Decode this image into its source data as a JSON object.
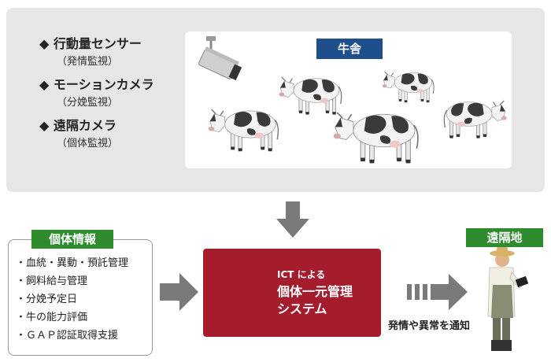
{
  "sensors": [
    {
      "name": "行動量センサー",
      "sub": "（発情監視）"
    },
    {
      "name": "モーションカメラ",
      "sub": "（分娩監視）"
    },
    {
      "name": "遠隔カメラ",
      "sub": "（個体監視）"
    }
  ],
  "barn_label": "牛舎",
  "info": {
    "label": "個体情報",
    "items": [
      "・血統・異動・預託管理",
      "・飼料給与管理",
      "・分娩予定日",
      "・牛の能力評価",
      "・ＧＡＰ認証取得支援"
    ]
  },
  "center": {
    "caption": "ICT による",
    "title_line1": "個体一元管理",
    "title_line2": "システム"
  },
  "remote": {
    "label": "遠隔地",
    "notify": "発情や異常を通知"
  },
  "colors": {
    "panel_bg": "#e6e6e6",
    "barn_label_bg": "#1f4e8c",
    "green": "#2e8b2e",
    "system_red": "#a51d2d",
    "arrow_gray": "#7a7a7a"
  },
  "icons": {
    "bullet": "diamond-icon",
    "camera": "surveillance-camera-icon",
    "cow": "cow-icon",
    "server": "cloud-server-icon",
    "farmer": "farmer-with-tablet-icon"
  }
}
